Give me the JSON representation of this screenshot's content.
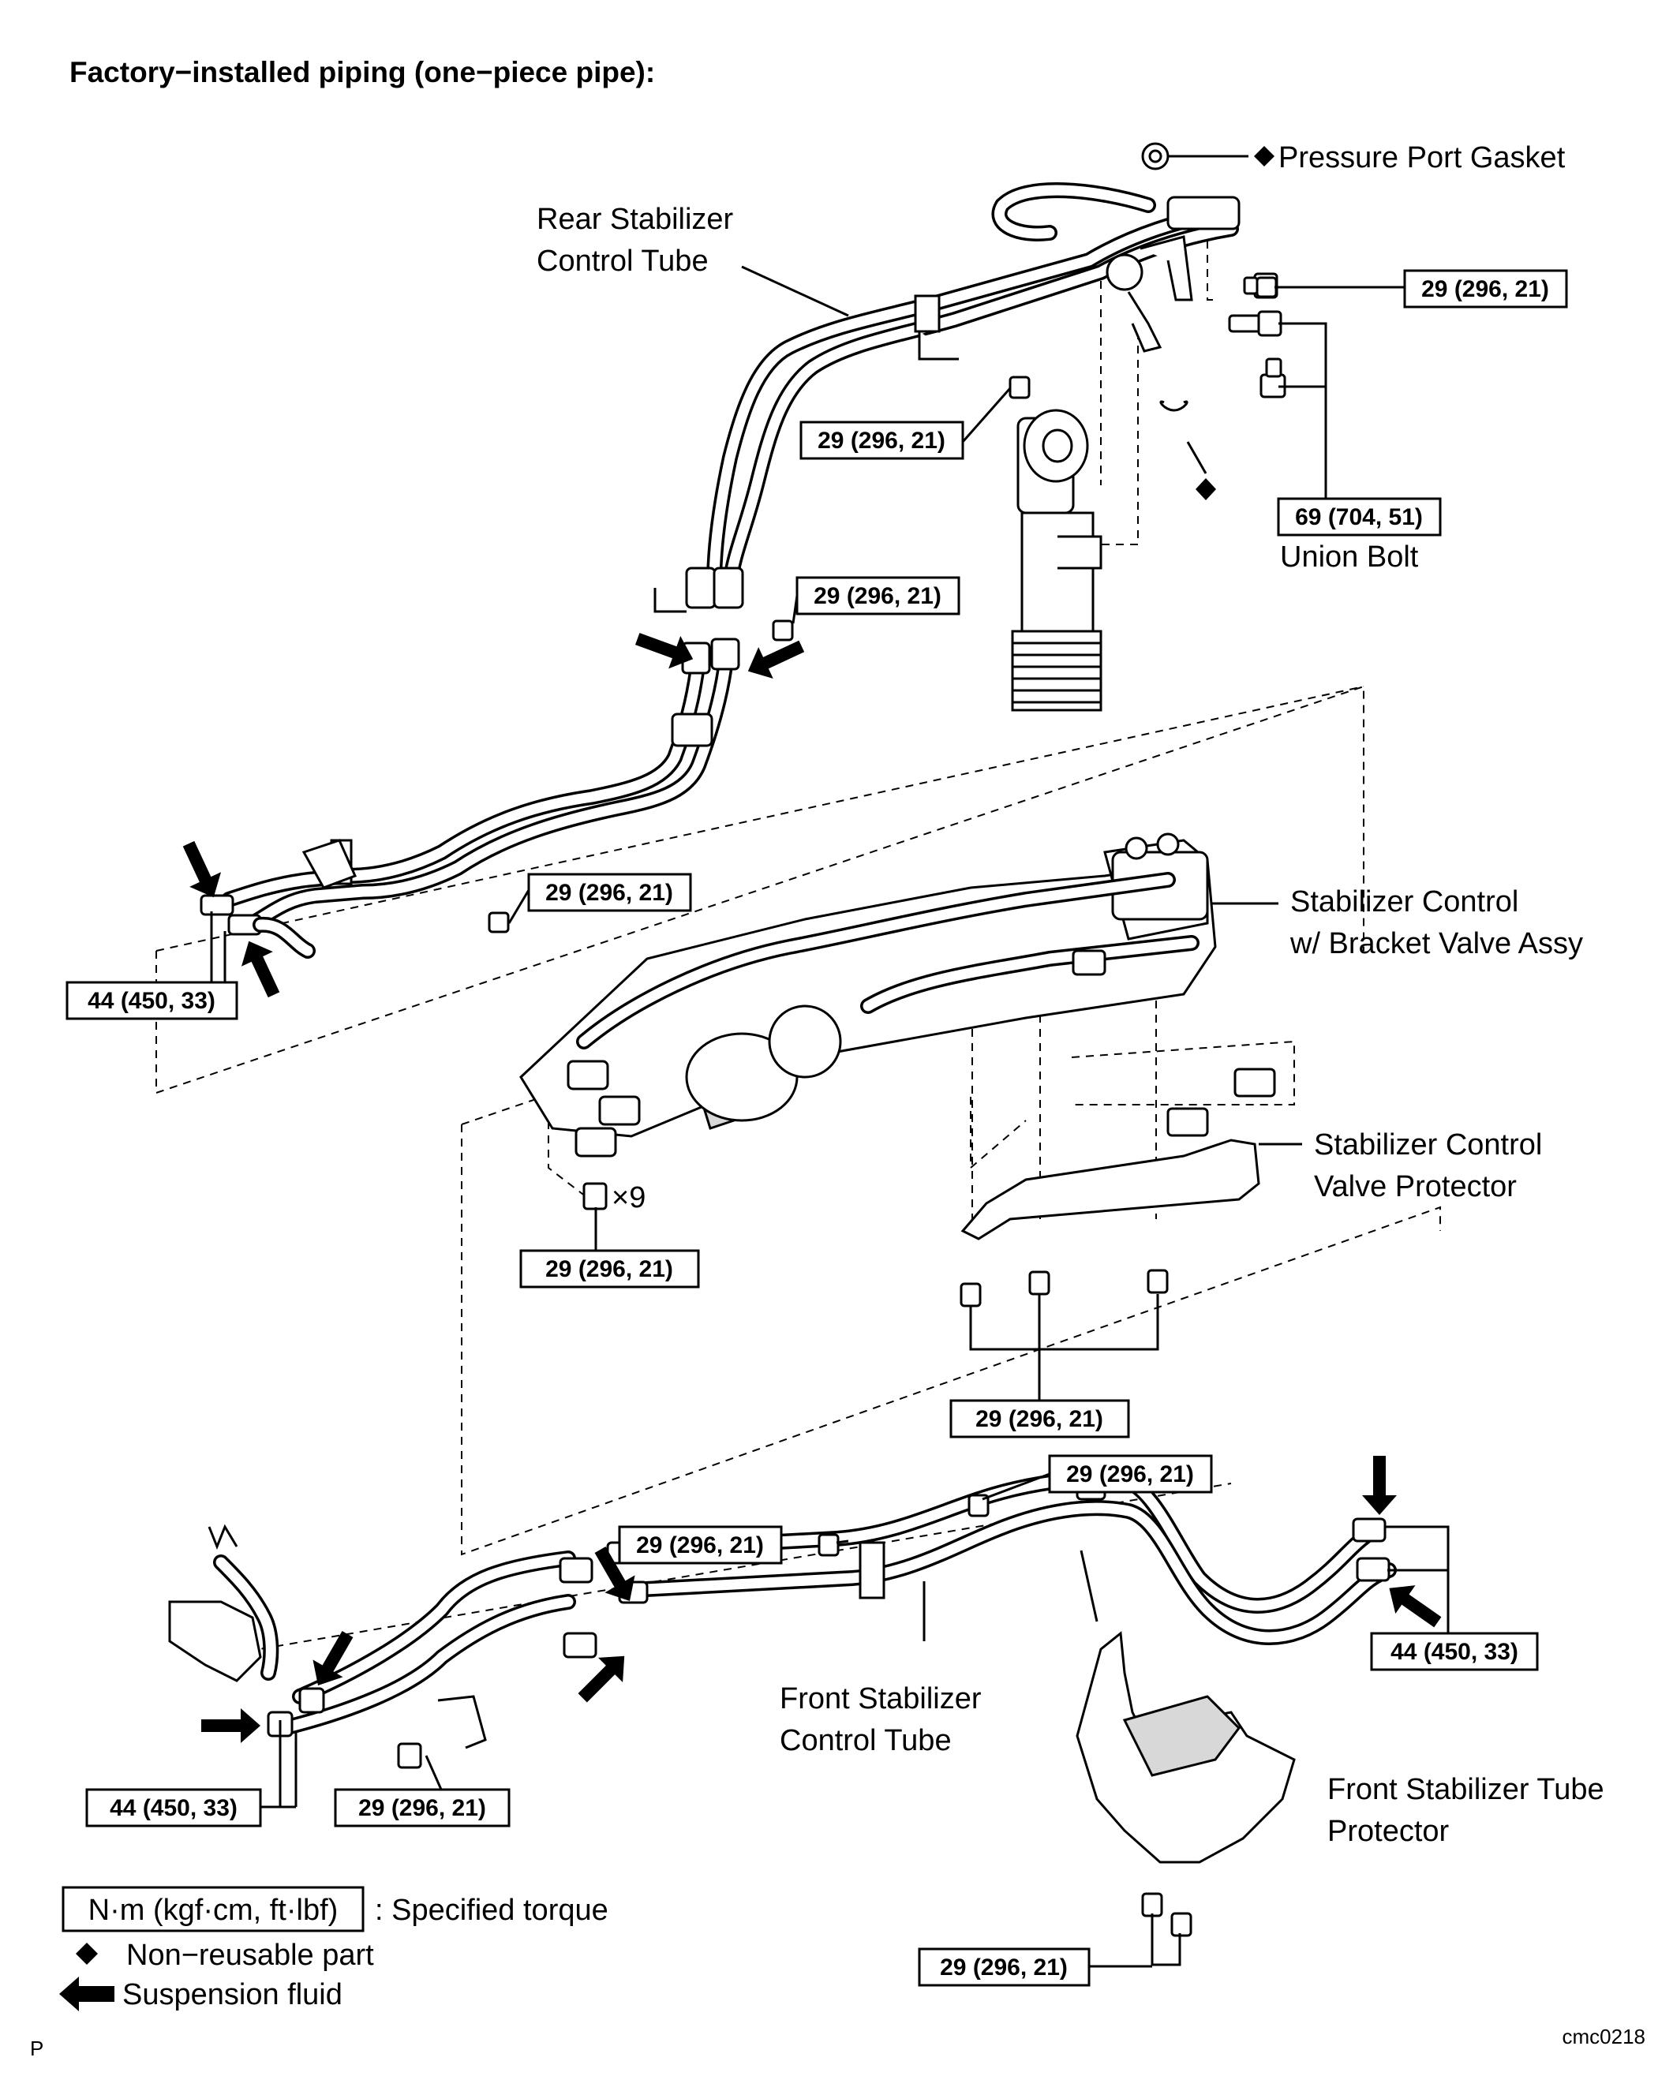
{
  "title": "Factory−installed piping (one−piece pipe):",
  "labels": {
    "pressure_port_gasket": "Pressure Port Gasket",
    "rear_tube_1": "Rear Stabilizer",
    "rear_tube_2": "Control Tube",
    "union_bolt": "Union Bolt",
    "valve_assy_1": "Stabilizer Control",
    "valve_assy_2": "w/ Bracket Valve Assy",
    "valve_protector_1": "Stabilizer Control",
    "valve_protector_2": "Valve Protector",
    "front_tube_1": "Front Stabilizer",
    "front_tube_2": "Control Tube",
    "front_protector_1": "Front Stabilizer Tube",
    "front_protector_2": "Protector",
    "times_nine": "×9"
  },
  "torques": {
    "t29": "29 (296, 21)",
    "t69": "69 (704, 51)",
    "t44": "44 (450, 33)"
  },
  "legend": {
    "unit_box": "N·m (kgf·cm, ft·lbf)",
    "specified_torque": ": Specified torque",
    "non_reusable": "Non−reusable part",
    "suspension_fluid": "Suspension fluid"
  },
  "footer": {
    "left": "P",
    "right": "cmc0218"
  }
}
